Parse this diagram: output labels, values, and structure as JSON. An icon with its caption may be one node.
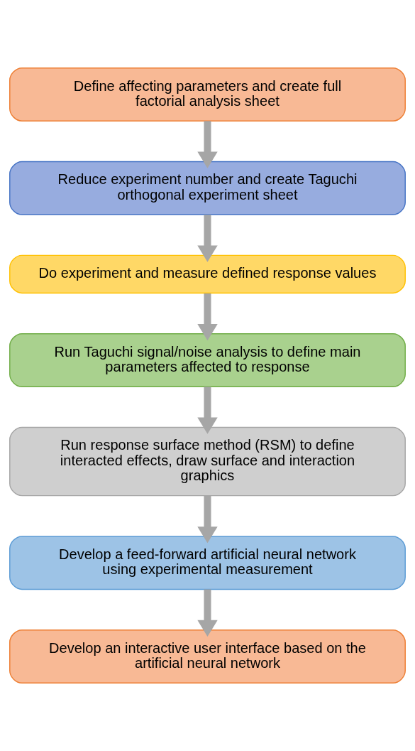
{
  "diagram": {
    "nodes": [
      {
        "text": [
          "Define affecting parameters and create full factorial analysis sheet"
        ]
      },
      {
        "text": [
          "Reduce experiment number and create Taguchi orthogonal experiment sheet"
        ]
      },
      {
        "text": [
          "Do experiment and measure defined response values"
        ]
      },
      {
        "text": [
          "Run Taguchi signal/noise analysis to define main parameters affected to response"
        ]
      },
      {
        "text": [
          "Run response surface method (RSM) to define interacted effects, draw surface and interaction graphics"
        ]
      },
      {
        "text": [
          "Develop a feed-forward artificial neural network using experimental measurement"
        ]
      },
      {
        "text": [
          "Develop an interactive user interface based on the artificial neural network"
        ]
      }
    ],
    "edges": [
      {
        "from": 0,
        "to": 1,
        "arrow": "to"
      },
      {
        "from": 1,
        "to": 2,
        "arrow": "to"
      },
      {
        "from": 2,
        "to": 3,
        "arrow": "to"
      },
      {
        "from": 3,
        "to": 4,
        "arrow": "to"
      },
      {
        "from": 4,
        "to": 5,
        "arrow": "to"
      },
      {
        "from": 5,
        "to": 6,
        "arrow": "to"
      }
    ]
  }
}
